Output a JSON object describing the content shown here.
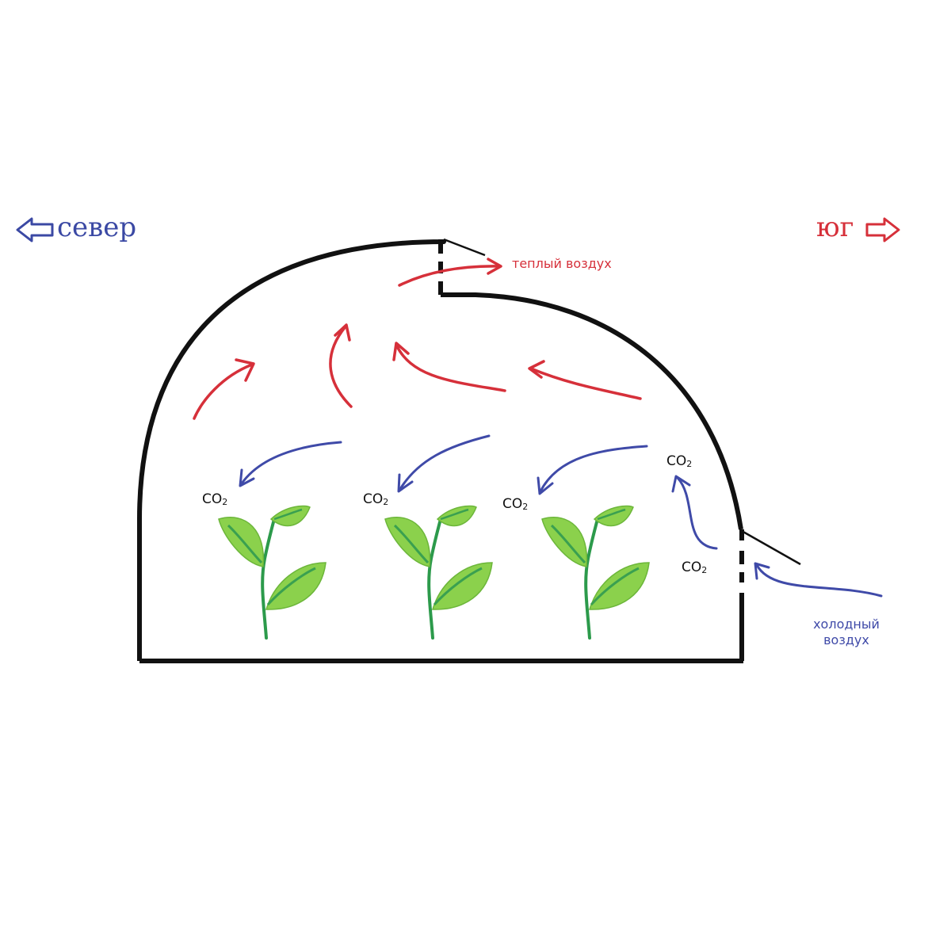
{
  "labels": {
    "north": "север",
    "south": "юг",
    "warm_air": "теплый воздух",
    "cold_air_line1": "холодный",
    "cold_air_line2": "воздух",
    "co2_main": "CO",
    "co2_sub": "2"
  },
  "colors": {
    "warm": "#d6303a",
    "cool": "#3f4aa8",
    "north_label": "#3b49a4",
    "south_label": "#d6303a",
    "outline": "#111111",
    "leaf": "#8bd14c",
    "stem": "#2c9a4b"
  }
}
